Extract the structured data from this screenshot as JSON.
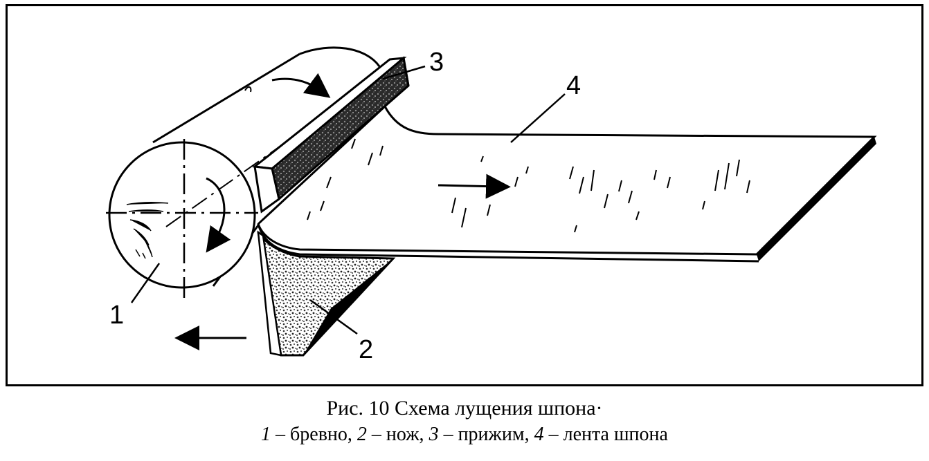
{
  "diagram": {
    "callouts": [
      {
        "id": "1",
        "label": "1"
      },
      {
        "id": "2",
        "label": "2"
      },
      {
        "id": "3",
        "label": "3"
      },
      {
        "id": "4",
        "label": "4"
      }
    ]
  },
  "caption": {
    "title": "Рис. 10  Схема лущения шпона·",
    "legend": [
      {
        "num": "1",
        "text": " – бревно, "
      },
      {
        "num": "2",
        "text": " – нож, "
      },
      {
        "num": "3",
        "text": " – прижим, "
      },
      {
        "num": "4",
        "text": " – лента шпона"
      }
    ]
  }
}
